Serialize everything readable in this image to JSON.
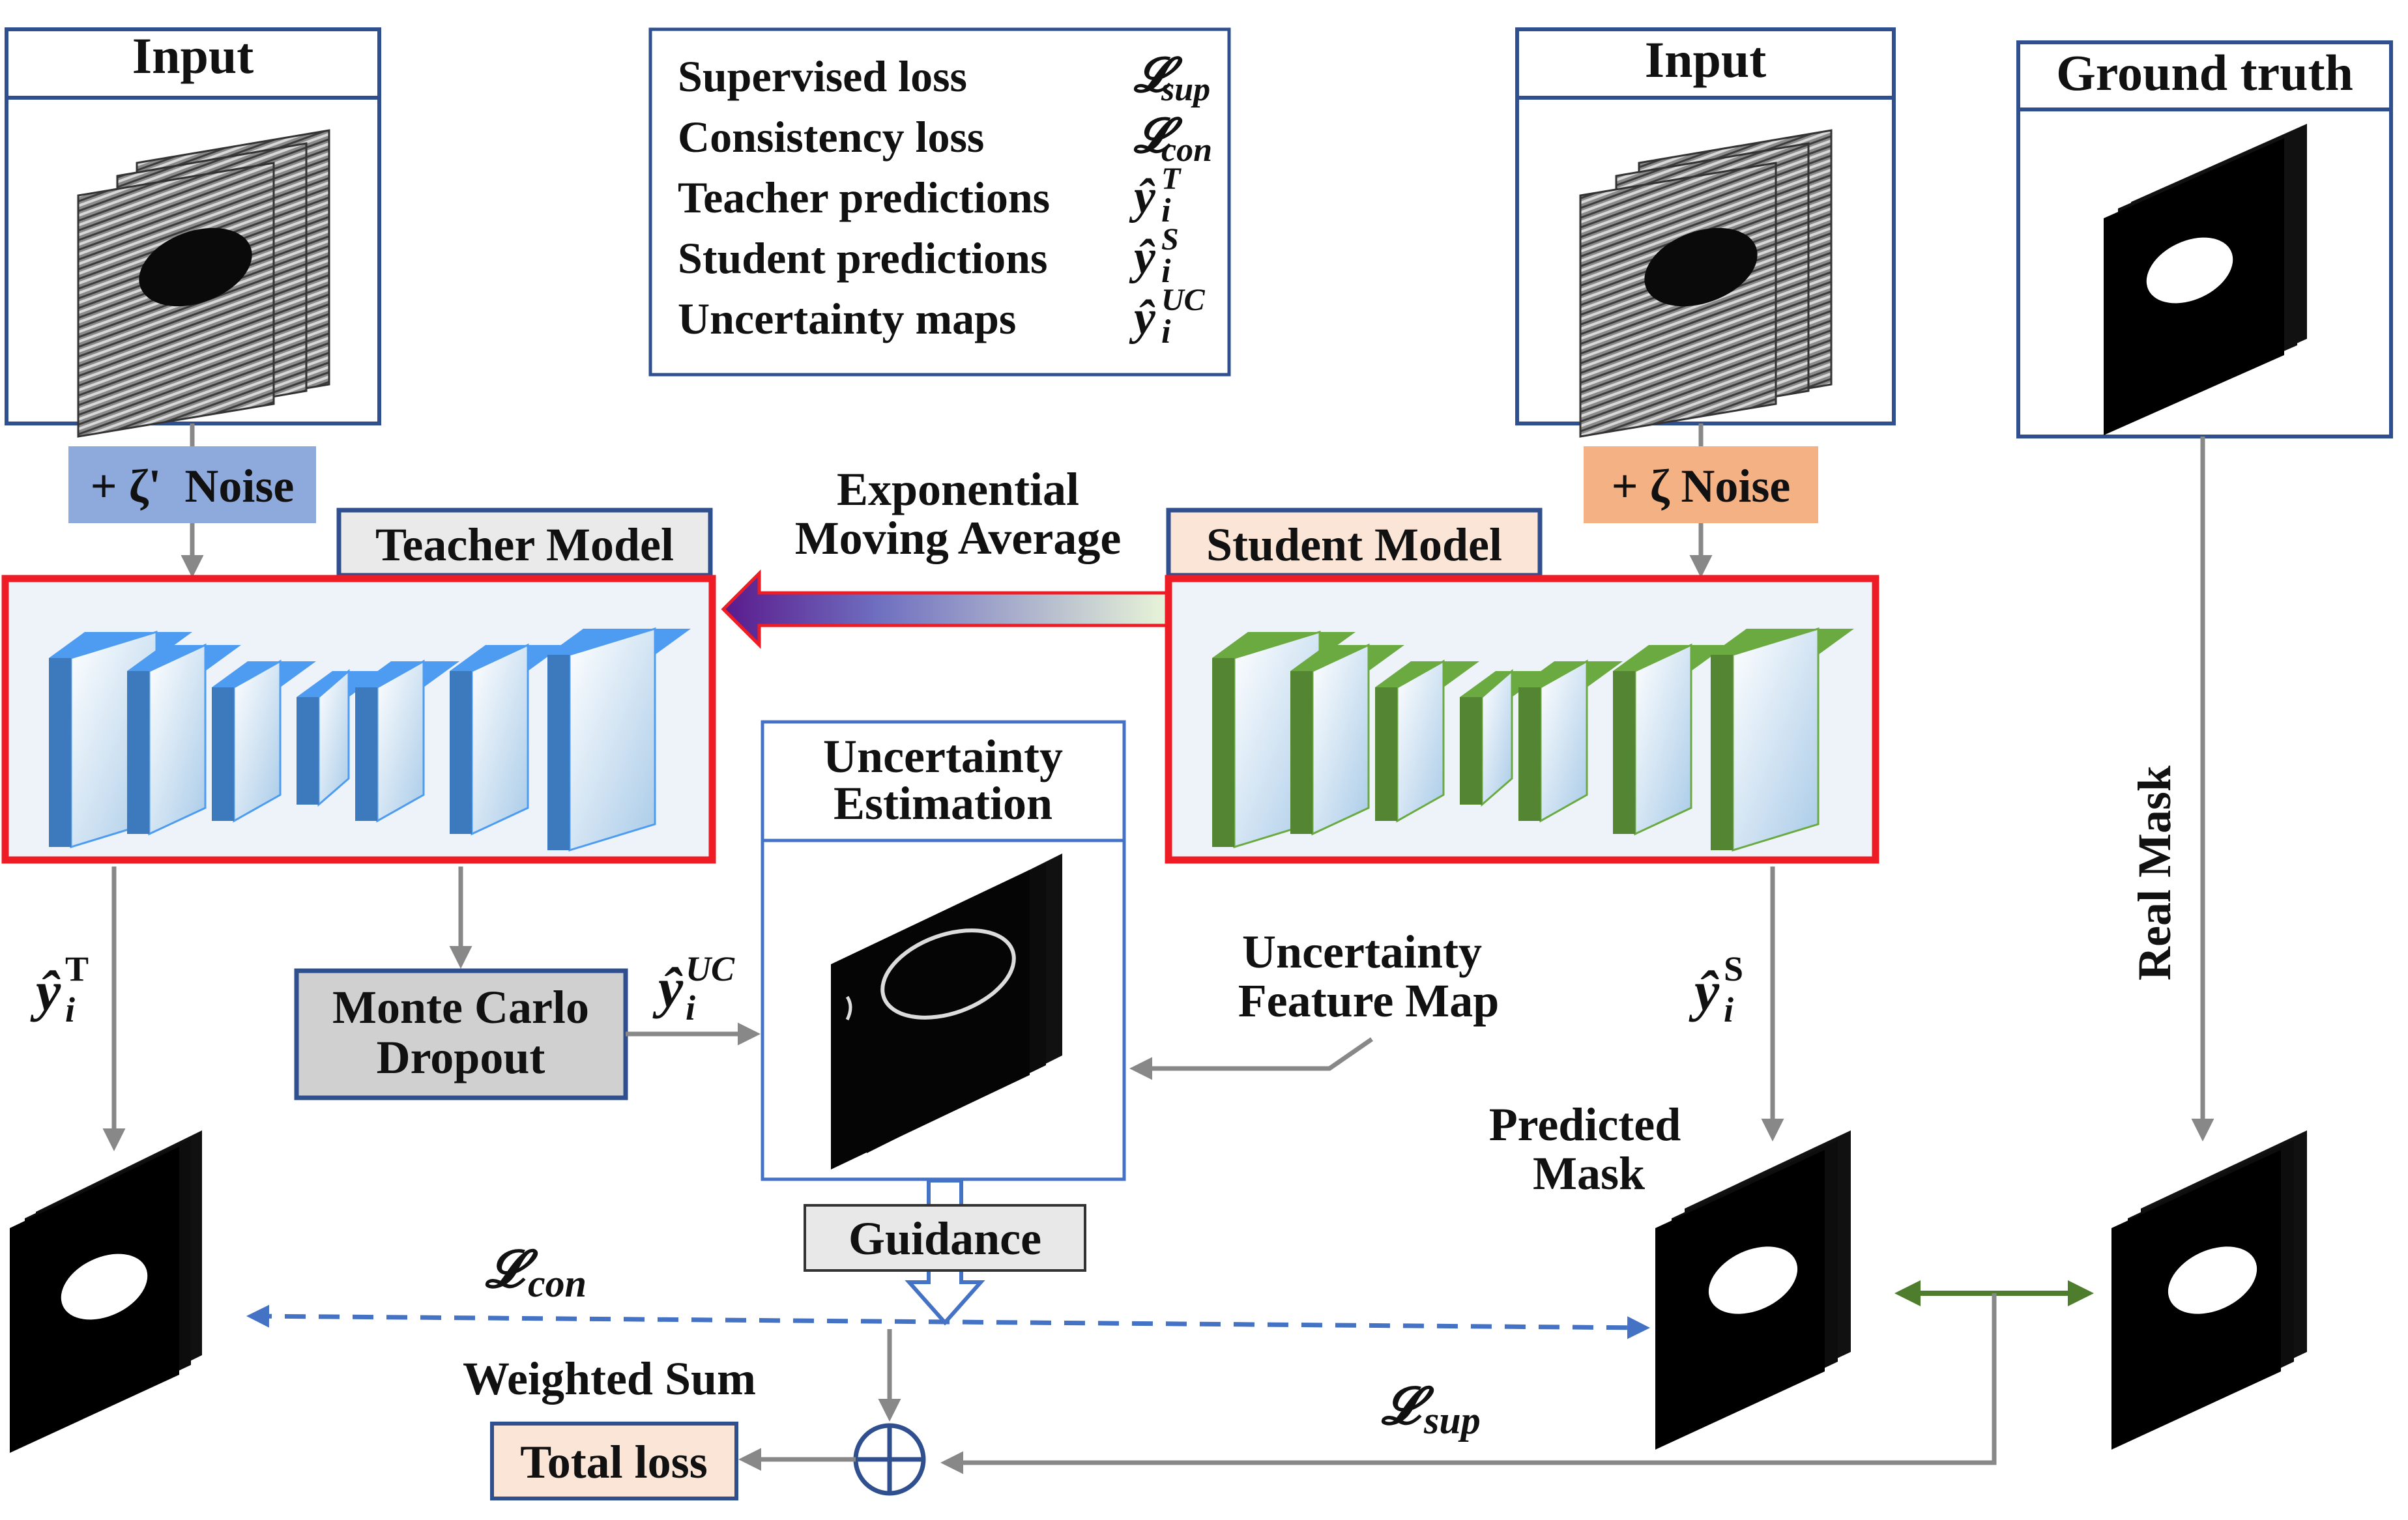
{
  "colors": {
    "teacher_block": "#4d9cf2",
    "student_block": "#6aaa41",
    "red_border": "#ee1c24",
    "navy_border": "#2f4f8f",
    "blue_arrow": "#4472c4",
    "green_arrow": "#4f7d2e",
    "gray_arrow": "#888888",
    "teacher_noise_bg": "#8ea9db",
    "student_noise_bg": "#f4b183",
    "model_fill": "#eef3fa",
    "gray_box": "#d0d0d0"
  },
  "left_input": {
    "title": "Input"
  },
  "right_input": {
    "title": "Input"
  },
  "ground_truth": {
    "title": "Ground truth"
  },
  "teacher_noise": {
    "label": "+ ζ'  Noise"
  },
  "student_noise": {
    "label": "+ ζ Noise"
  },
  "teacher_model": {
    "label": "Teacher Model"
  },
  "student_model": {
    "label": "Student Model"
  },
  "ema": {
    "line1": "Exponential",
    "line2": "Moving Average"
  },
  "legend": {
    "items": [
      {
        "text": "Supervised loss",
        "symbol": "𝓛",
        "sub": "sup",
        "sup": ""
      },
      {
        "text": "Consistency loss",
        "symbol": "𝓛",
        "sub": "con",
        "sup": ""
      },
      {
        "text": "Teacher predictions",
        "symbol": "ŷ",
        "sub": "i",
        "sup": "T"
      },
      {
        "text": "Student predictions",
        "symbol": "ŷ",
        "sub": "i",
        "sup": "S"
      },
      {
        "text": "Uncertainty maps",
        "symbol": "ŷ",
        "sub": "i",
        "sup": "UC"
      }
    ]
  },
  "uncertainty_estimation": {
    "line1": "Uncertainty",
    "line2": "Estimation"
  },
  "monte_carlo": {
    "line1": "Monte Carlo",
    "line2": "Dropout"
  },
  "uncertainty_feature_map": {
    "line1": "Uncertainty",
    "line2": "Feature Map"
  },
  "guidance": {
    "label": "Guidance"
  },
  "teacher_pred_label": {
    "symbol": "ŷ",
    "sub": "i",
    "sup": "T"
  },
  "student_pred_label": {
    "symbol": "ŷ",
    "sub": "i",
    "sup": "S"
  },
  "uc_label": {
    "symbol": "ŷ",
    "sub": "i",
    "sup": "UC"
  },
  "predicted_mask": {
    "line1": "Predicted",
    "line2": "Mask"
  },
  "real_mask": {
    "label": "Real Mask"
  },
  "loss_con": {
    "symbol": "𝓛",
    "sub": "con"
  },
  "loss_sup": {
    "symbol": "𝓛",
    "sub": "sup"
  },
  "weighted_sum": {
    "label": "Weighted Sum"
  },
  "total_loss": {
    "label": "Total loss"
  }
}
